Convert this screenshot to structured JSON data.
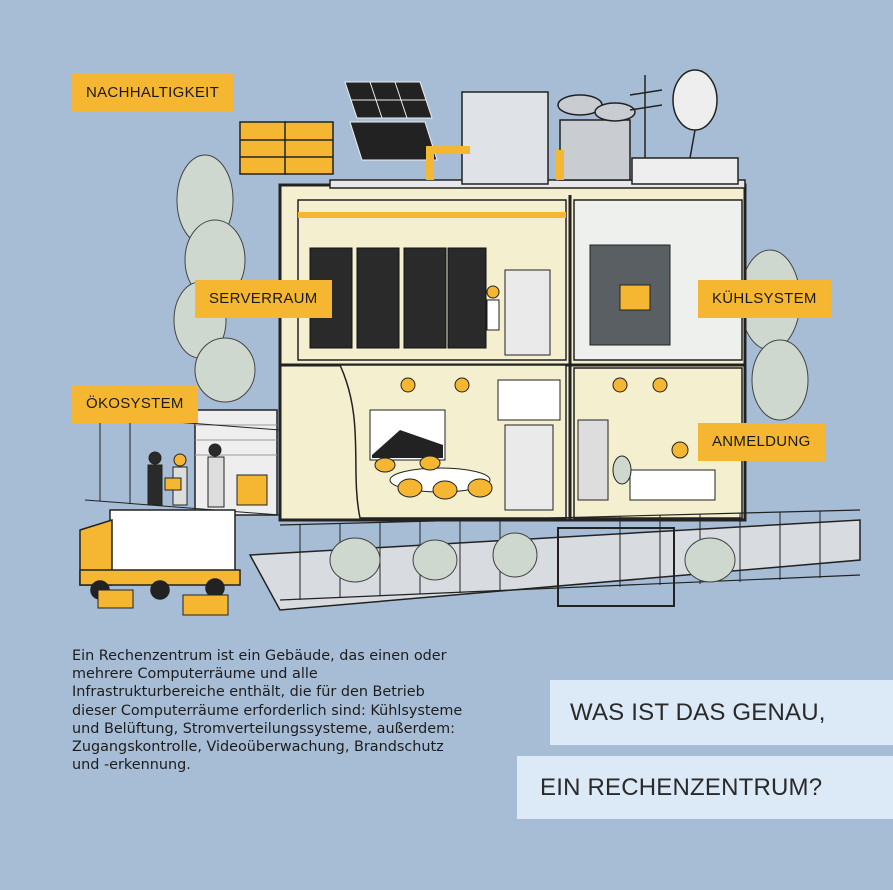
{
  "labels": {
    "sustainability": "NACHHALTIGKEIT",
    "server_room": "SERVERRAUM",
    "cooling_system": "KÜHLSYSTEM",
    "ecosystem": "ÖKOSYSTEM",
    "reception": "ANMELDUNG"
  },
  "description": "Ein Rechenzentrum ist ein Gebäude, das einen oder mehrere Computerräume und alle Infrastrukturbereiche enthält, die für den Betrieb dieser Computerräume erforderlich sind: Kühlsysteme und Belüftung, Stromverteilungssysteme, außerdem: Zugangskontrolle, Videoüberwachung, Brandschutz und -erkennung.",
  "headline": {
    "line1": "WAS IST DAS GENAU,",
    "line2": "EIN RECHENZENTRUM?"
  },
  "colors": {
    "background": "#a7bdd6",
    "label": "#f5b731",
    "headline_box": "#dce9f6",
    "building_interior": "#f4efcf"
  }
}
